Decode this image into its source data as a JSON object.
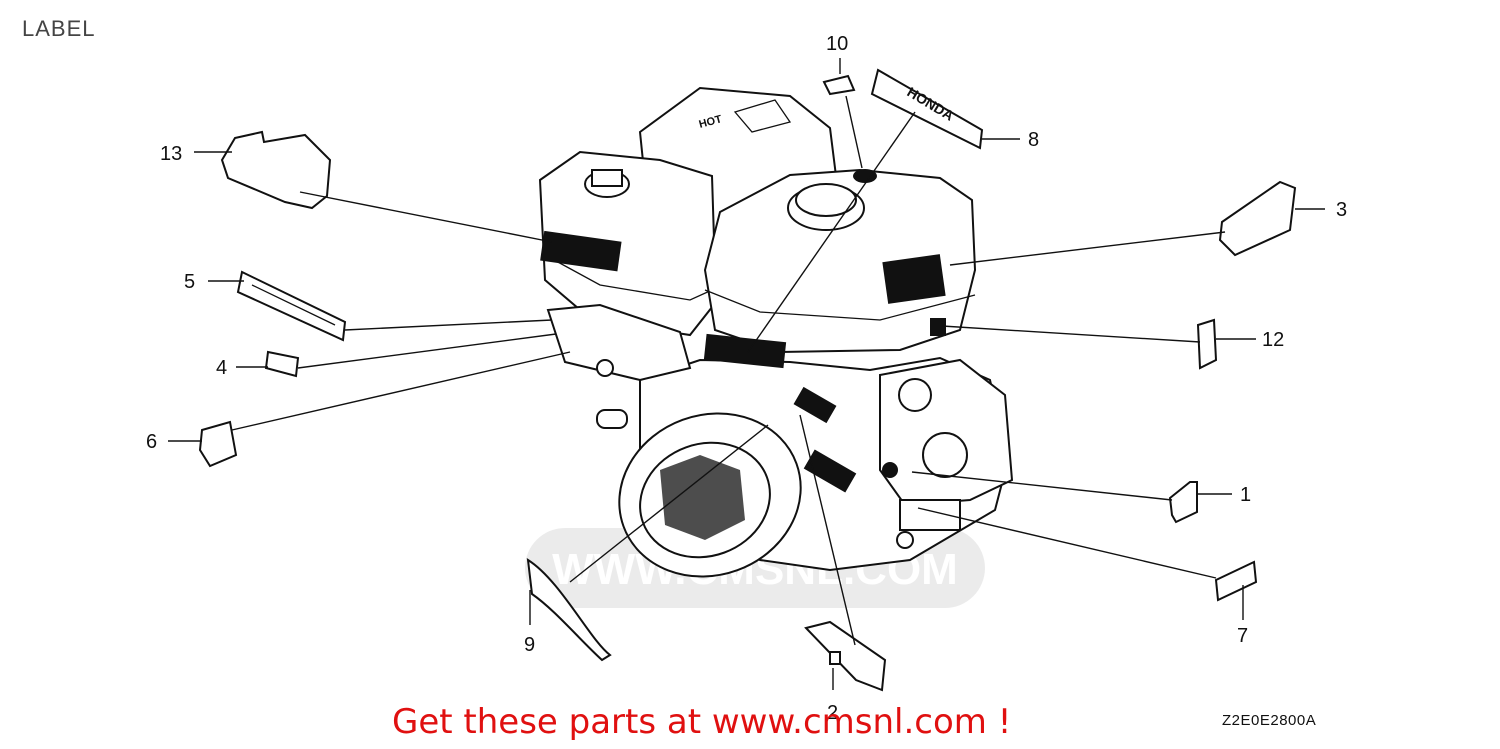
{
  "title": "LABEL",
  "promo_text": "Get these parts at www.cmsnl.com !",
  "reference_code": "Z2E0E2800A",
  "watermark_text": "WWW.CMSNL.COM",
  "logo_label_text": "HONDA",
  "colors": {
    "promo": "#e01010",
    "line": "#111111",
    "watermark": "#d9d9d9"
  },
  "callouts": [
    {
      "number": "1"
    },
    {
      "number": "2"
    },
    {
      "number": "3"
    },
    {
      "number": "4"
    },
    {
      "number": "5"
    },
    {
      "number": "6"
    },
    {
      "number": "7"
    },
    {
      "number": "8"
    },
    {
      "number": "9"
    },
    {
      "number": "10"
    },
    {
      "number": "12"
    },
    {
      "number": "13"
    }
  ]
}
